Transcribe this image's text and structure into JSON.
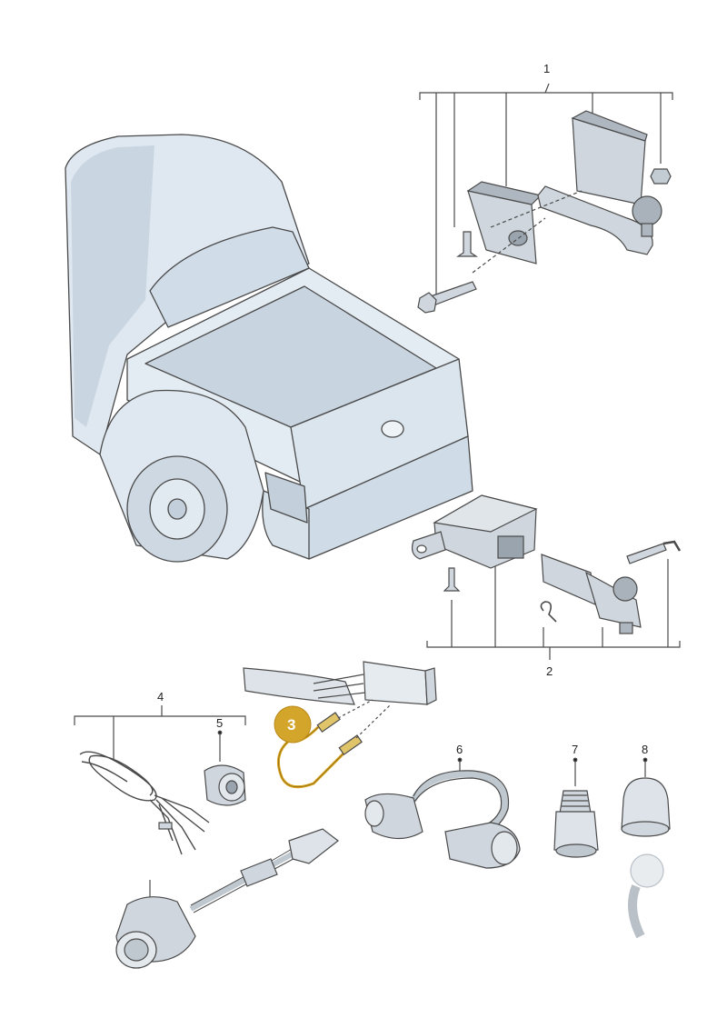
{
  "callouts": [
    {
      "id": "1",
      "label": "1"
    },
    {
      "id": "2",
      "label": "2"
    },
    {
      "id": "3",
      "label": "3",
      "highlight": true
    },
    {
      "id": "4",
      "label": "4"
    },
    {
      "id": "5",
      "label": "5"
    },
    {
      "id": "6",
      "label": "6"
    },
    {
      "id": "7",
      "label": "7"
    },
    {
      "id": "8",
      "label": "8"
    }
  ],
  "colors": {
    "body_fill": "#dfe8f0",
    "body_shade": "#c9d6e2",
    "line": "#4a4a4a",
    "part_fill": "#cfd6dd",
    "part_shade": "#aeb7c0",
    "highlight_badge": "#d4a52b",
    "highlight_wire": "#d9a521",
    "ink": "#222222"
  }
}
